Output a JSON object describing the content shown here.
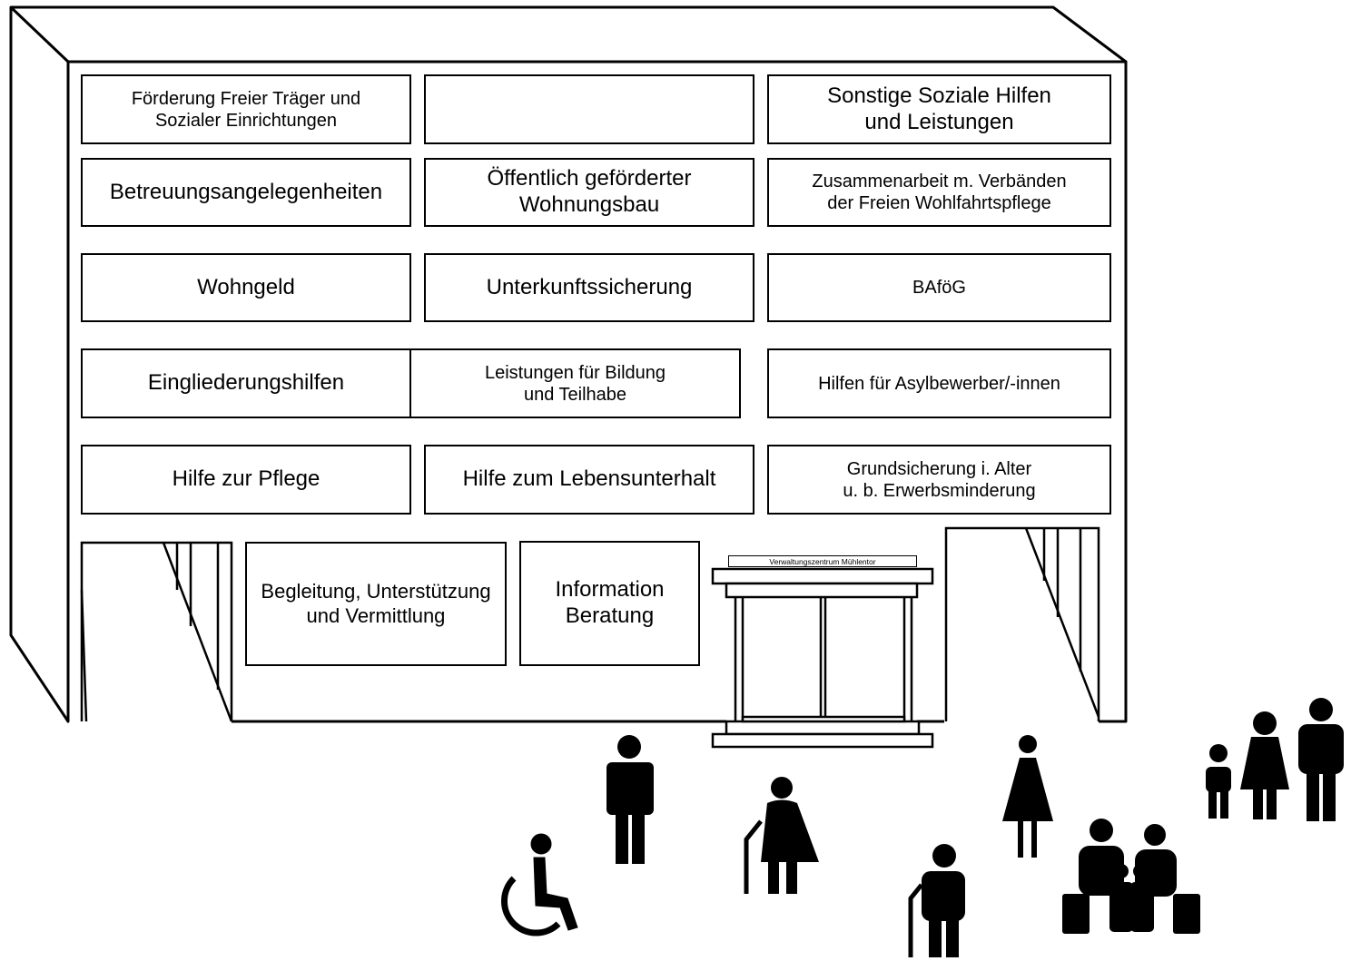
{
  "building": {
    "sign": "Verwaltungszentrum Mühlentor",
    "rows": [
      [
        "Förderung  Freier Träger und\nSozialer Einrichtungen",
        "",
        "Sonstige Soziale Hilfen\nund Leistungen"
      ],
      [
        "Betreuungsangelegenheiten",
        "Öffentlich geförderter\nWohnungsbau",
        "Zusammenarbeit  m.  Verbänden\nder Freien Wohlfahrtspflege"
      ],
      [
        "Wohngeld",
        "Unterkunftssicherung",
        "BAföG"
      ],
      [
        "Eingliederungshilfen",
        "Leistungen für Bildung\nund Teilhabe",
        "Hilfen für Asylbewerber/-innen"
      ],
      [
        "Hilfe zur Pflege",
        "Hilfe zum Lebensunterhalt",
        "Grundsicherung i. Alter\nu. b. Erwerbsminderung"
      ]
    ],
    "ground": {
      "support": "Begleitung, Unterstützung\nund Vermittlung",
      "info": "Information\nBeratung"
    }
  },
  "people_icons": [
    "wheelchair-user-icon",
    "man-icon",
    "elderly-woman-icon",
    "elderly-man-icon",
    "woman-icon",
    "family-with-luggage-icon",
    "family-icon"
  ]
}
